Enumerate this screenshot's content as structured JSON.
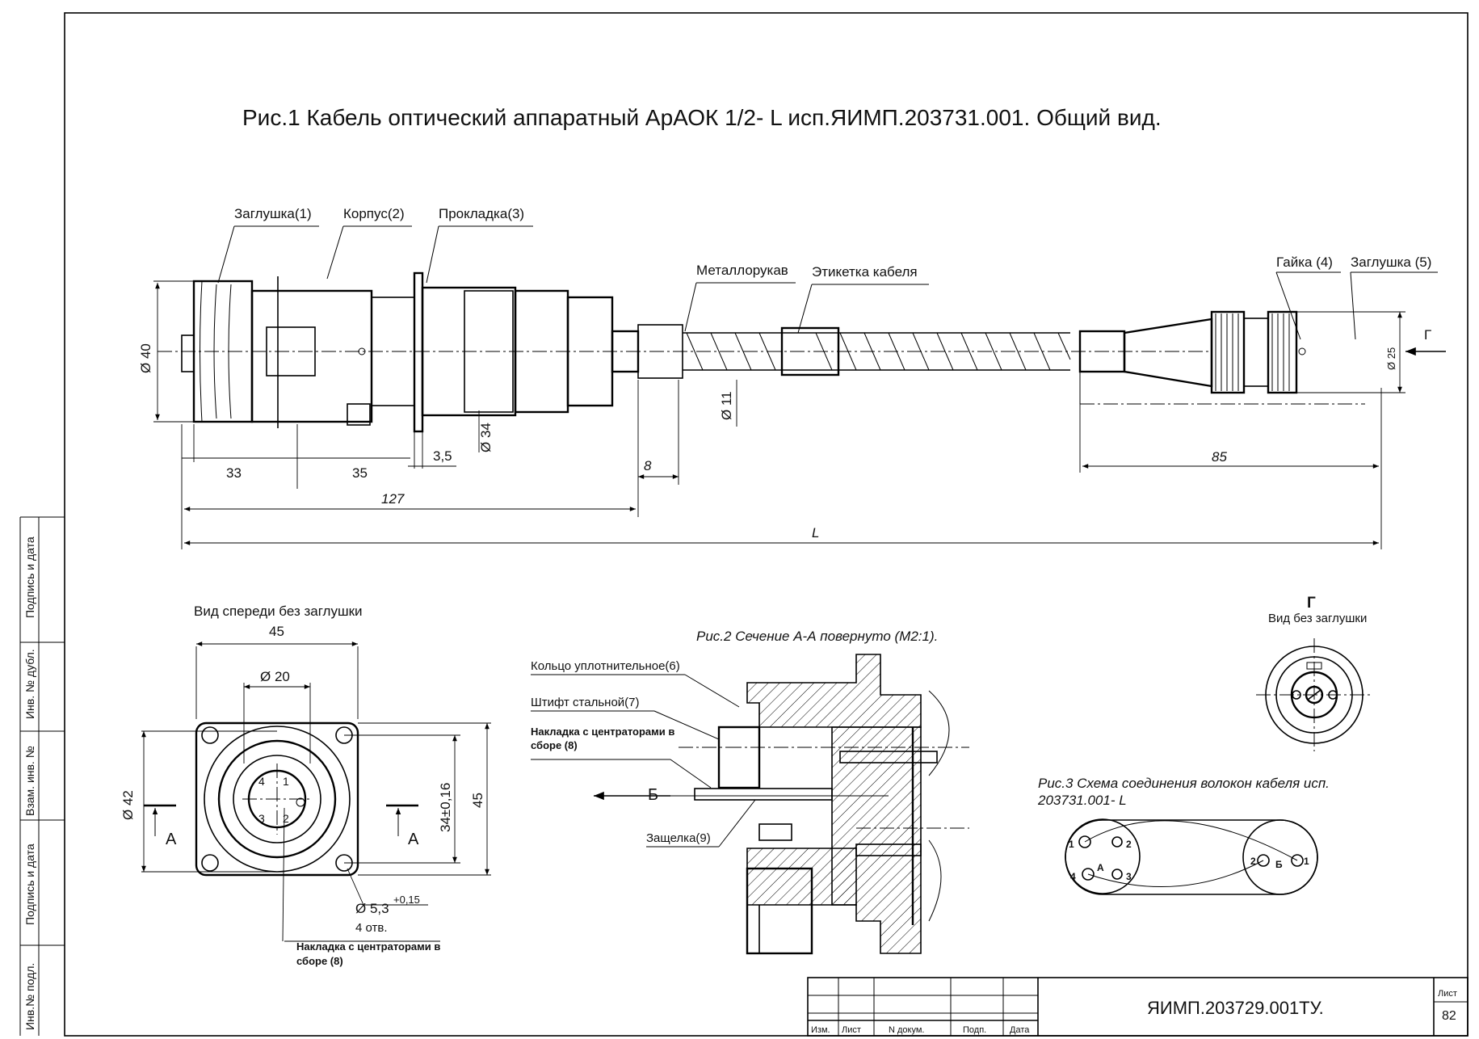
{
  "title": "Рис.1  Кабель оптический аппаратный АрАОК 1/2- L  исп.ЯИМП.203731.001.   Общий вид.",
  "callouts": {
    "plug1": "Заглушка(1)",
    "body2": "Корпус(2)",
    "gasket3": "Прокладка(3)",
    "metal_hose": "Металлорукав",
    "cable_label": "Этикетка кабеля",
    "nut4": "Гайка (4)",
    "plug5": "Заглушка (5)"
  },
  "dims": {
    "d40": "Ø 40",
    "d11": "Ø 11",
    "d34": "Ø 34",
    "d25": "Ø 25",
    "v33": "33",
    "v35": "35",
    "v3_5": "3,5",
    "v8": "8",
    "v127": "127",
    "v85": "85",
    "vL": "L",
    "arrow_g": "Г"
  },
  "front_view": {
    "title": "Вид спереди без заглушки",
    "w45": "45",
    "d20": "Ø 20",
    "d42": "Ø 42",
    "h34": "34±0,16",
    "h45": "45",
    "hole": "Ø 5,3",
    "hole_tol": "+0,15",
    "holes_count": "4 отв.",
    "overlay": "Накладка с центраторами в",
    "overlay2": "сборе (8)",
    "section_a_left": "А",
    "section_a_right": "А",
    "pins": [
      "1",
      "2",
      "3",
      "4"
    ]
  },
  "section": {
    "title": "Рис.2 Сечение А-А повернуто (М2:1).",
    "ring": "Кольцо уплотнительное(6)",
    "pin": "Штифт стальной(7)",
    "overlay": "Накладка с центраторами в",
    "overlay2": "сборе (8)",
    "latch": "Защелка(9)",
    "view_b": "Б"
  },
  "view_g": {
    "letter": "Г",
    "title": "Вид без заглушки"
  },
  "scheme": {
    "title": "Рис.3 Схема соединения волокон кабеля  исп.",
    "title2": "203731.001- L",
    "left_label": "А",
    "right_label": "Б",
    "left_pins": [
      "1",
      "2",
      "3",
      "4"
    ],
    "right_pins": [
      "2",
      "1"
    ]
  },
  "sidebar": [
    "Подпись и дата",
    "Инв. № дубл.",
    "Взам. инв. №",
    "Подпись и дата",
    "Инв.№ подл."
  ],
  "title_block": {
    "doc": "ЯИМП.203729.001ТУ.",
    "sheet_label": "Лист",
    "sheet_no": "82",
    "cols": [
      "Изм.",
      "Лист",
      "N докум.",
      "Подп.",
      "Дата"
    ]
  }
}
